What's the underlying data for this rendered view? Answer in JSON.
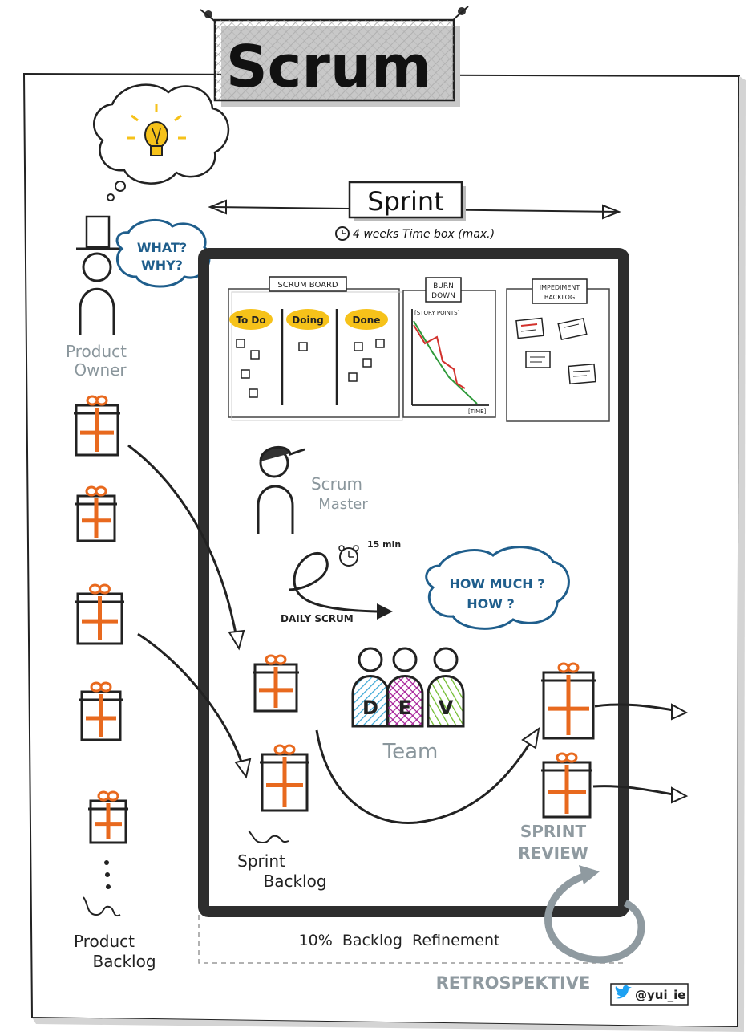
{
  "title": "Scrum",
  "sprint": {
    "label": "Sprint",
    "timebox": "4 weeks  Time box (max.)"
  },
  "product_owner": {
    "label_line1": "Product",
    "label_line2": "Owner",
    "bubble_line1": "WHAT?",
    "bubble_line2": "WHY?"
  },
  "scrum_board": {
    "title": "SCRUM BOARD",
    "columns": [
      "To Do",
      "Doing",
      "Done"
    ]
  },
  "burndown": {
    "title_line1": "BURN",
    "title_line2": "DOWN",
    "y_label": "[STORY POINTS]",
    "x_label": "[TIME]"
  },
  "impediment": {
    "title_line1": "IMPEDIMENT",
    "title_line2": "BACKLOG"
  },
  "scrum_master": {
    "label_line1": "Scrum",
    "label_line2": "Master"
  },
  "daily_scrum": {
    "label": "DAILY SCRUM",
    "timer": "15 min"
  },
  "team": {
    "label": "Team",
    "bubble_line1": "HOW MUCH ?",
    "bubble_line2": "HOW ?",
    "letters": [
      "D",
      "E",
      "V"
    ],
    "colors": [
      "#3aa7d6",
      "#a8239a",
      "#6dbb2a"
    ]
  },
  "sprint_backlog": {
    "label_line1": "Sprint",
    "label_line2": "Backlog"
  },
  "sprint_review": {
    "label_line1": "SPRINT",
    "label_line2": "REVIEW"
  },
  "refinement": "10%  Backlog  Refinement",
  "retrospective": "RETROSPEKTIVE",
  "product_backlog": {
    "label_line1": "Product",
    "label_line2": "Backlog"
  },
  "twitter": "@yui_ie",
  "colors": {
    "ink": "#1e1e1e",
    "orange": "#e8691e",
    "yellow": "#f6c21a",
    "grey_text": "#8a969c",
    "blue_bubble": "#1f5e8c",
    "burn_red": "#d2322d",
    "burn_green": "#2f9a3a",
    "retro_grey": "#8f9aa0"
  }
}
